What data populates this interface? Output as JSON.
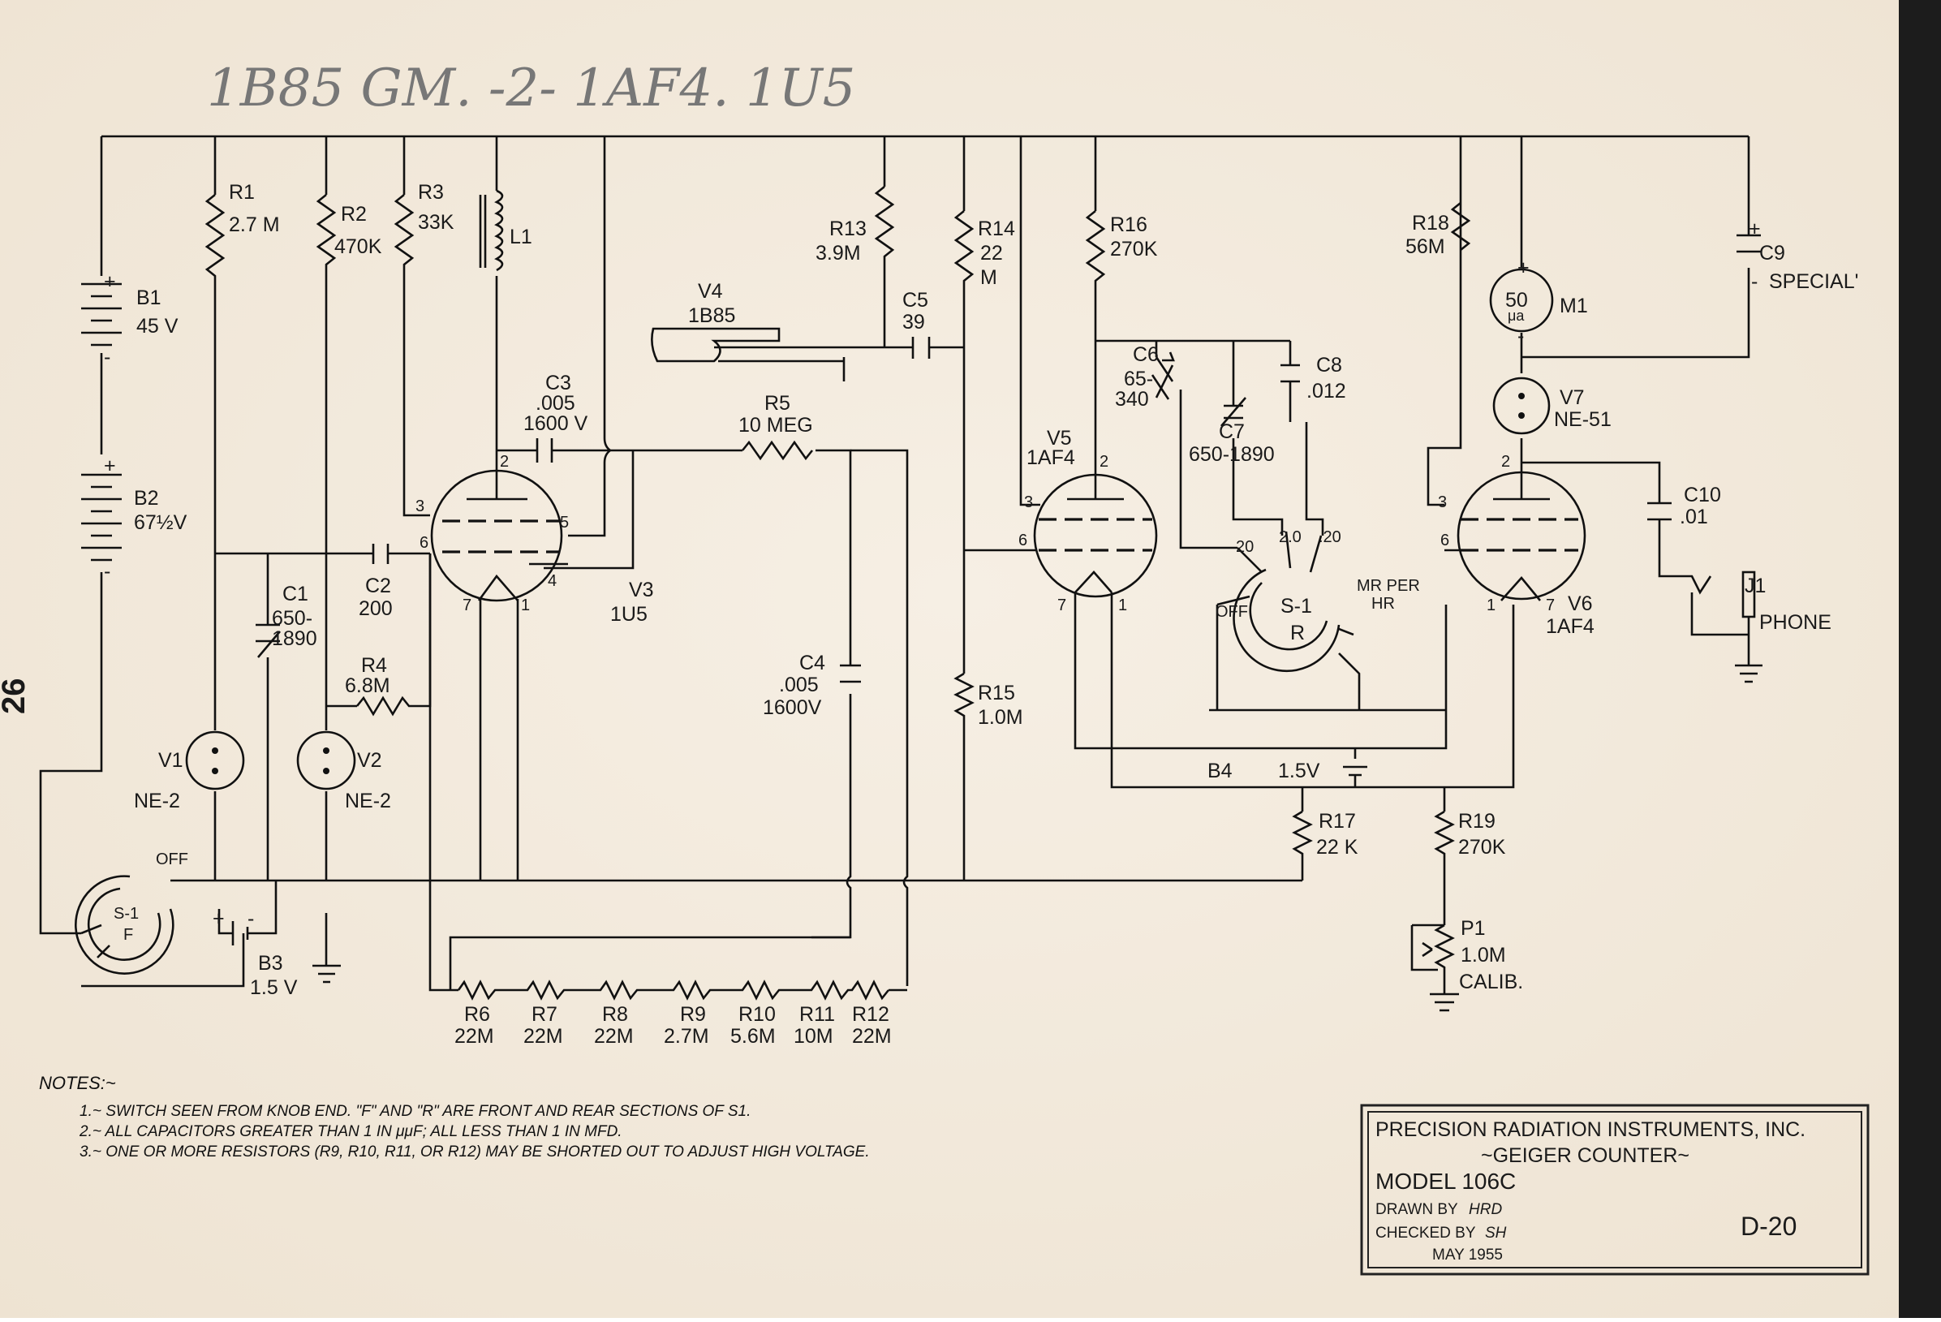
{
  "handwriting": {
    "top": "1B85 GM. -2- 1AF4. 1U5"
  },
  "page_number": "26",
  "components": {
    "r1": {
      "ref": "R1",
      "value": "2.7 M"
    },
    "r2": {
      "ref": "R2",
      "value": "470K"
    },
    "r3": {
      "ref": "R3",
      "value": "33K"
    },
    "l1": {
      "ref": "L1"
    },
    "r13": {
      "ref": "R13",
      "value": "3.9M"
    },
    "r14": {
      "ref": "R14",
      "value": "22",
      "unit": "M"
    },
    "r16": {
      "ref": "R16",
      "value": "270K"
    },
    "r18": {
      "ref": "R18",
      "value": "56M"
    },
    "c9": {
      "ref": "C9",
      "value": "SPECIAL'"
    },
    "b1": {
      "ref": "B1",
      "value": "45 V"
    },
    "b2": {
      "ref": "B2",
      "value": "67½V"
    },
    "v4": {
      "ref": "V4",
      "value": "1B85"
    },
    "c5": {
      "ref": "C5",
      "value": "39"
    },
    "m1": {
      "ref": "M1",
      "value": "50",
      "unit": "μa"
    },
    "c6": {
      "ref": "C6",
      "value": "65-",
      "value2": "340"
    },
    "c8": {
      "ref": "C8",
      "value": ".012"
    },
    "c7": {
      "ref": "C7",
      "value": "650-1890"
    },
    "v7": {
      "ref": "V7",
      "value": "NE-51"
    },
    "c3": {
      "ref": "C3",
      "value": ".005",
      "value2": "1600 V"
    },
    "r5": {
      "ref": "R5",
      "value": "10 MEG"
    },
    "v5": {
      "ref": "V5",
      "value": "1AF4"
    },
    "c10": {
      "ref": "C10",
      "value": ".01"
    },
    "v3": {
      "ref": "V3",
      "value": "1U5"
    },
    "c1": {
      "ref": "C1",
      "value": "650-",
      "value2": "1890"
    },
    "c2": {
      "ref": "C2",
      "value": "200"
    },
    "r4": {
      "ref": "R4",
      "value": "6.8M"
    },
    "c4": {
      "ref": "C4",
      "value": ".005",
      "value2": "1600V"
    },
    "r15": {
      "ref": "R15",
      "value": "1.0M"
    },
    "j1": {
      "ref": "J1",
      "value": "PHONE"
    },
    "v6": {
      "ref": "V6",
      "value": "1AF4"
    },
    "v1": {
      "ref": "V1",
      "value": "NE-2"
    },
    "v2": {
      "ref": "V2",
      "value": "NE-2"
    },
    "b4": {
      "ref": "B4",
      "value": "1.5V"
    },
    "r17": {
      "ref": "R17",
      "value": "22 K"
    },
    "r19": {
      "ref": "R19",
      "value": "270K"
    },
    "p1": {
      "ref": "P1",
      "value": "1.0M",
      "note": "CALIB."
    },
    "b3": {
      "ref": "B3",
      "value": "1.5 V"
    },
    "r6": {
      "ref": "R6",
      "value": "22M"
    },
    "r7": {
      "ref": "R7",
      "value": "22M"
    },
    "r8": {
      "ref": "R8",
      "value": "22M"
    },
    "r9": {
      "ref": "R9",
      "value": "2.7M"
    },
    "r10": {
      "ref": "R10",
      "value": "5.6M"
    },
    "r11": {
      "ref": "R11",
      "value": "10M"
    },
    "r12": {
      "ref": "R12",
      "value": "22M"
    }
  },
  "pins": {
    "p2": "2",
    "p3": "3",
    "p6": "6",
    "p5": "5",
    "p4": "4",
    "p7": "7",
    "p1": "1"
  },
  "switches": {
    "front": {
      "name": "S-1",
      "section": "F",
      "pos_off": "OFF"
    },
    "rear": {
      "name": "S-1",
      "section": "R",
      "pos_off": "OFF",
      "pos_20a": "20",
      "pos_2": "2.0",
      "pos_20b": ".20",
      "range_label": "MR PER",
      "range_label2": "HR"
    }
  },
  "notes": {
    "heading": "NOTES:~",
    "items": [
      "1.~ SWITCH SEEN FROM KNOB END. \"F\" AND \"R\" ARE FRONT AND REAR SECTIONS OF S1.",
      "2.~ ALL CAPACITORS GREATER THAN 1 IN μμF; ALL LESS THAN 1 IN MFD.",
      "3.~ ONE OR MORE RESISTORS (R9, R10, R11, OR R12) MAY BE SHORTED OUT TO ADJUST HIGH VOLTAGE."
    ]
  },
  "title_block": {
    "company": "PRECISION RADIATION INSTRUMENTS, INC.",
    "product": "~GEIGER COUNTER~",
    "model": "MODEL   106C",
    "drawn_by": "DRAWN BY",
    "drawn_sig": "HRD",
    "checked_by": "CHECKED BY",
    "checked_sig": "SH",
    "date": "MAY  1955",
    "drawing_no": "D-20"
  },
  "colors": {
    "paper": "#f4ece0",
    "ink": "#111111",
    "pencil": "#7a7a7a",
    "border": "#2a2a2a"
  }
}
